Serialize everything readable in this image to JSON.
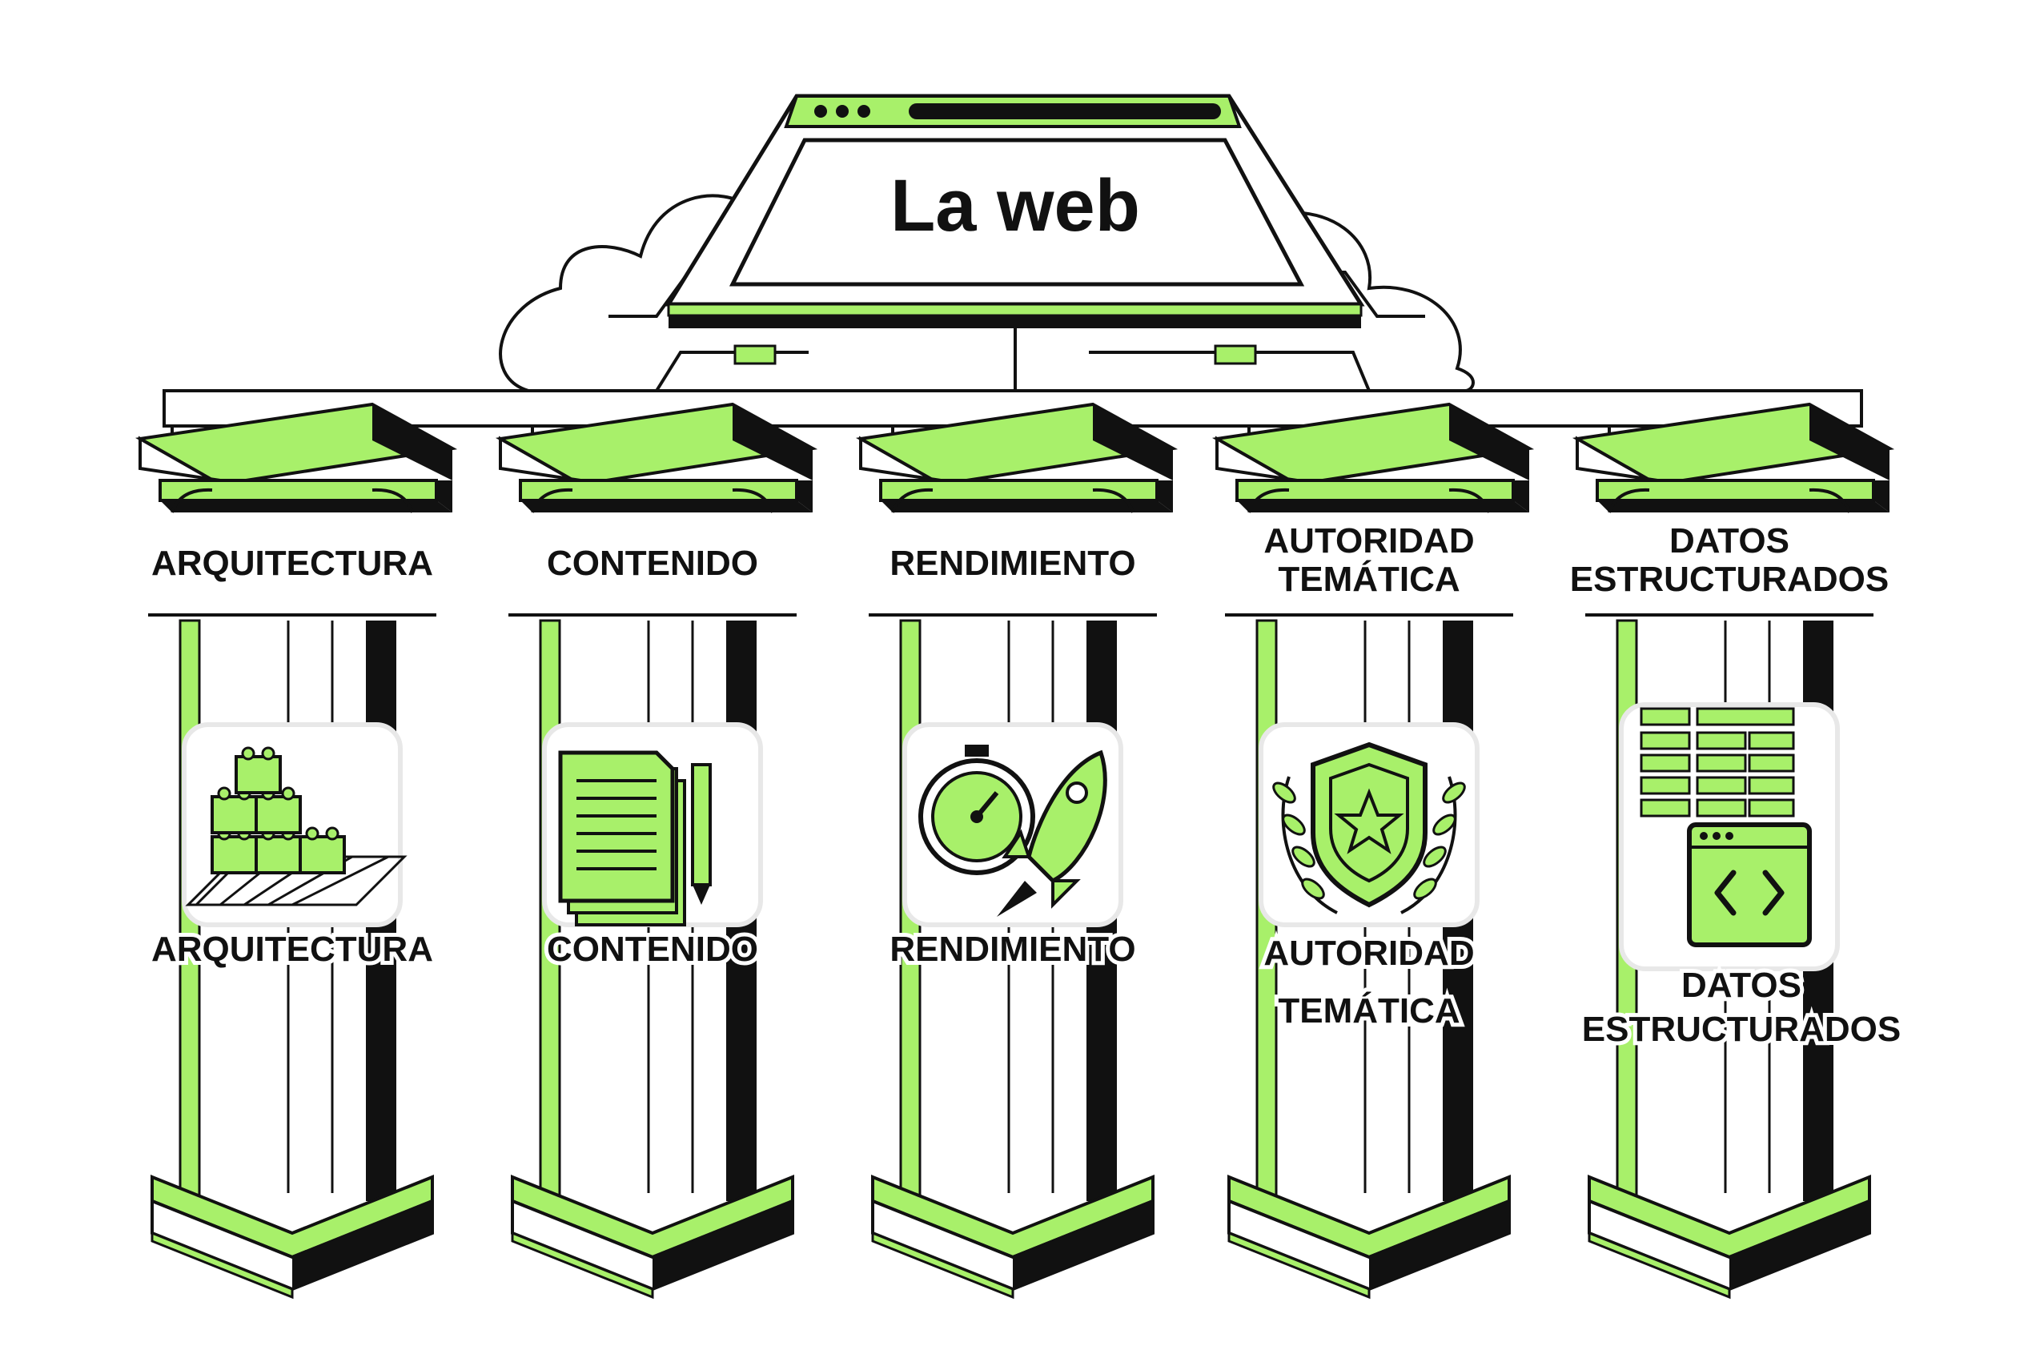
{
  "title": "La web",
  "colors": {
    "accent": "#a8f06a",
    "ink": "#111111",
    "paper": "#ffffff"
  },
  "pillars": [
    {
      "id": "arquitectura",
      "icon": "lego-blocks-icon",
      "top_label": [
        "ARQUITECTURA"
      ],
      "bottom_label": [
        "ARQUITECTURA"
      ]
    },
    {
      "id": "contenido",
      "icon": "document-pencil-icon",
      "top_label": [
        "CONTENIDO"
      ],
      "bottom_label": [
        "CONTENIDO"
      ]
    },
    {
      "id": "rendimiento",
      "icon": "stopwatch-rocket-icon",
      "top_label": [
        "RENDIMIENTO"
      ],
      "bottom_label": [
        "RENDIMIENTO"
      ]
    },
    {
      "id": "autoridad",
      "icon": "shield-star-laurel-icon",
      "top_label": [
        "AUTORIDAD",
        "TEMÁTICA"
      ],
      "bottom_label": [
        "AUTORIDAD",
        "TEMÁTICA"
      ]
    },
    {
      "id": "datos",
      "icon": "table-code-icon",
      "top_label": [
        "DATOS",
        "ESTRUCTURADOS"
      ],
      "bottom_label": [
        "DATOS",
        "ESTRUCTURADOS"
      ]
    }
  ]
}
